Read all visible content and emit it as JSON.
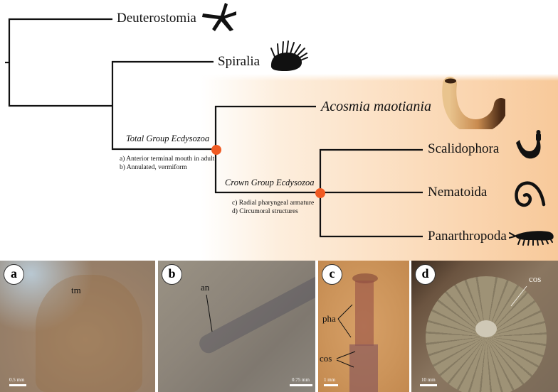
{
  "figure": {
    "tree": {
      "taxa": [
        {
          "name": "Deuterostomia",
          "italic": false
        },
        {
          "name": "Spiralia",
          "italic": false
        },
        {
          "name": "Acosmia maotiania",
          "italic": true
        },
        {
          "name": "Scalidophora",
          "italic": false
        },
        {
          "name": "Nematoida",
          "italic": false
        },
        {
          "name": "Panarthropoda",
          "italic": false
        }
      ],
      "clades": [
        {
          "label": "Total Group Ecdysozoa",
          "characters": [
            "a) Anterior terminal mouth in adult",
            "b) Annulated, vermiform"
          ],
          "node_color": "#f05a22"
        },
        {
          "label": "Crown Group Ecdysozoa",
          "characters": [
            "c) Radial pharyngeal armature",
            "d) Circumoral structures"
          ],
          "node_color": "#f05a22"
        }
      ],
      "icons": {
        "deuterostomia": "starfish-silhouette-icon",
        "spiralia": "spiny-mollusc-silhouette-icon",
        "acosmia": "curved-worm-illustration",
        "scalidophora": "priapulid-silhouette-icon",
        "nematoida": "coiled-nematode-silhouette-icon",
        "panarthropoda": "velvet-worm-silhouette-icon"
      },
      "highlight_gradient": {
        "from": "#ffffff",
        "to": "#f8c99a"
      }
    },
    "panels": [
      {
        "label": "a",
        "annotations": [
          "tm"
        ],
        "scale": "0.5 mm"
      },
      {
        "label": "b",
        "annotations": [
          "an"
        ],
        "scale": "0.75 mm"
      },
      {
        "label": "c",
        "annotations": [
          "pha",
          "cos"
        ],
        "scale": "1 mm"
      },
      {
        "label": "d",
        "annotations": [
          "cos"
        ],
        "scale": "10 mm"
      }
    ]
  }
}
